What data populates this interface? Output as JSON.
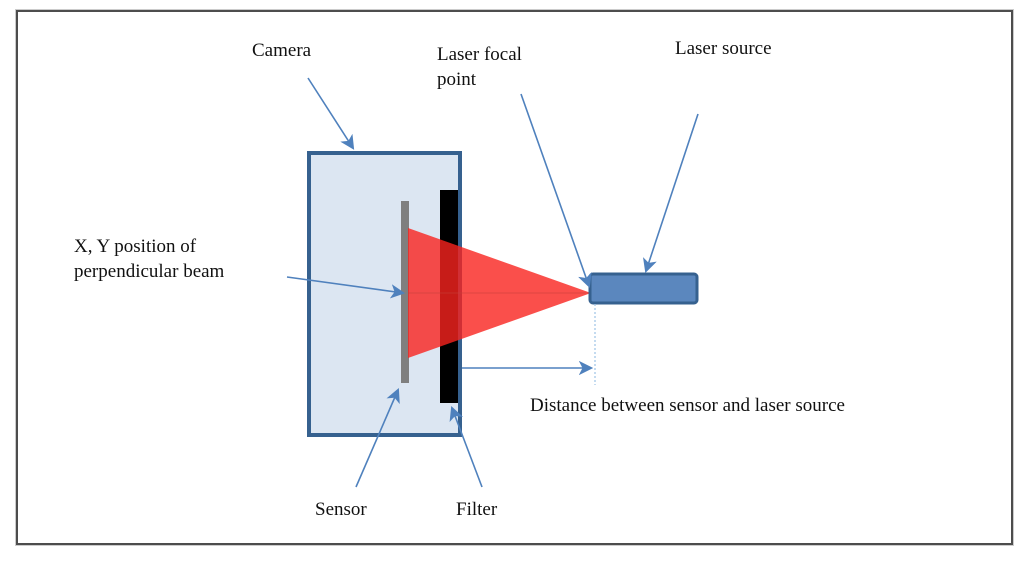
{
  "figure": {
    "labels": {
      "camera": "Camera",
      "laser_focal_point": "Laser focal point",
      "laser_source": "Laser source",
      "xy_position": "X, Y position of perpendicular beam",
      "sensor": "Sensor",
      "filter": "Filter",
      "distance": "Distance between sensor and laser source"
    },
    "colors": {
      "arrow_blue": "#4F81BD",
      "camera_fill": "#DCE6F2",
      "shape_border_blue": "#36618F",
      "laser_box_fill": "#5B87BE",
      "beam_red": "#F9231E",
      "sensor_gray": "#7F7F7F",
      "filter_black": "#000000",
      "guide_dotted_blue": "#9DC3E6",
      "frame_gray": "#4D4D4D",
      "text_black": "#111111"
    }
  }
}
